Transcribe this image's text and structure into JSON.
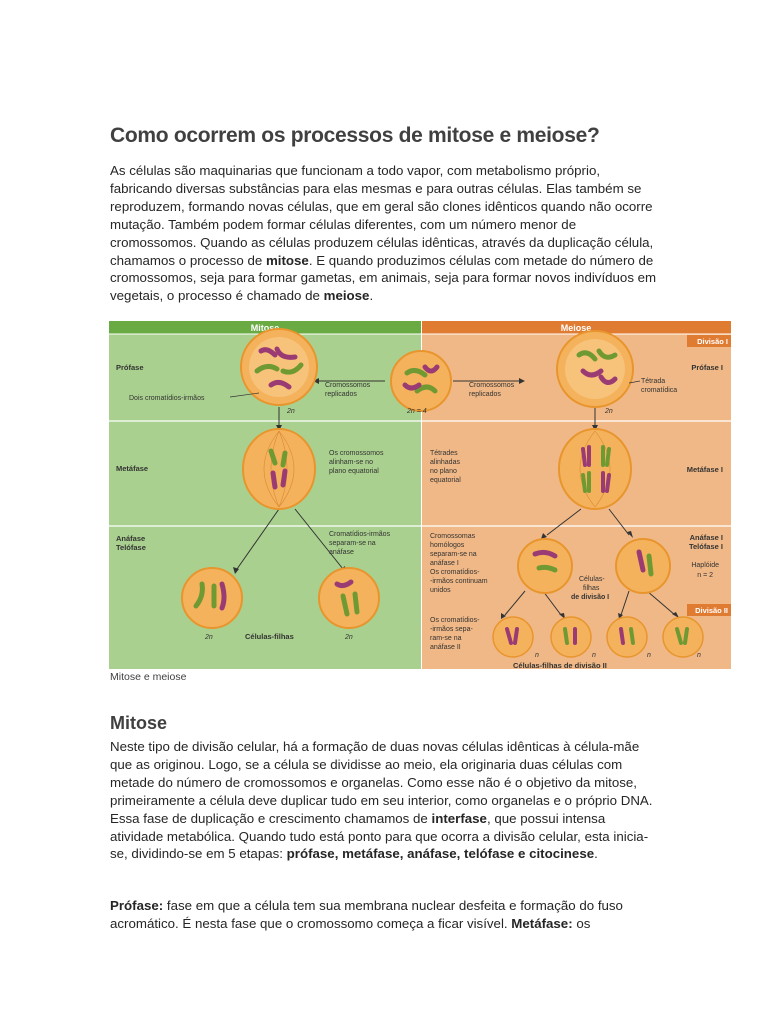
{
  "article": {
    "title": "Como ocorrem os processos de mitose e meiose?",
    "intro": [
      {
        "t": "As células são maquinarias que funcionam a todo vapor, com metabolismo próprio, fabricando diversas substâncias para elas mesmas e para outras células. Elas também se reproduzem, formando novas células, que em geral são clones idênticos quando não ocorre mutação. Também podem formar células diferentes, com um número menor de cromossomos. Quando as células produzem células idênticas, através da duplicação célula, chamamos o processo de ",
        "b": false
      },
      {
        "t": "mitose",
        "b": true
      },
      {
        "t": ". E quando produzimos células com metade do número de cromossomos, seja para formar gametas, em animais, seja para formar novos indivíduos em vegetais, o processo é chamado de ",
        "b": false
      },
      {
        "t": "meiose",
        "b": true
      },
      {
        "t": ".",
        "b": false
      }
    ],
    "caption": "Mitose e meiose",
    "section_title": "Mitose",
    "mitose_text": [
      {
        "t": "Neste tipo de divisão celular, há a formação de duas novas células idênticas à célula-mãe que as originou. Logo, se a célula se dividisse ao meio, ela originaria duas células com metade do número de cromossomos e organelas. Como esse não é o objetivo da mitose, primeiramente a célula deve duplicar tudo em seu interior, como organelas e o próprio DNA. Essa fase de duplicação e crescimento chamamos de ",
        "b": false
      },
      {
        "t": "interfase",
        "b": true
      },
      {
        "t": ", que possui intensa atividade metabólica. Quando tudo está ponto para que ocorra a divisão celular, esta inicia-se, dividindo-se em 5 etapas: ",
        "b": false
      },
      {
        "t": "prófase, metáfase, anáfase, telófase e citocinese",
        "b": true
      },
      {
        "t": ".",
        "b": false
      }
    ],
    "profase_text": [
      {
        "t": "Prófase:",
        "b": true
      },
      {
        "t": " fase em que a célula tem sua membrana nuclear desfeita e formação do fuso acromático. É nesta fase que o cromossomo começa a ficar visível. ",
        "b": false
      },
      {
        "t": "Metáfase:",
        "b": true
      },
      {
        "t": " os",
        "b": false
      }
    ]
  },
  "figure": {
    "header_mitose": "Mitose",
    "header_meiose": "Meiose",
    "divisao_1": "Divisão I",
    "divisao_2": "Divisão II",
    "row_profase": "Prófase",
    "row_metafase": "Metáfase",
    "row_anafase": "Anáfase",
    "row_telofase": "Telófase",
    "row_profase_1": "Prófase I",
    "row_metafase_1": "Metáfase I",
    "row_anafase_1": "Anáfase I",
    "row_telofase_1": "Telófase I",
    "haploide": "Haplóide",
    "haploide_n": "n = 2",
    "dois_cromatides": "Dois cromatídios-irmãos",
    "cromossomos_replicados_1": "Cromossomos",
    "cromossomos_replicados_2": "replicados",
    "tetrada_1": "Tétrada",
    "tetrada_2": "cromatídica",
    "label_2n": "2n",
    "label_2n4": "2n = 4",
    "label_n": "n",
    "alinham_1": "Os cromossomos",
    "alinham_2": "alinham-se no",
    "alinham_3": "plano equatorial",
    "tetrades_1": "Tétrades",
    "tetrades_2": "alinhadas",
    "tetrades_3": "no plano",
    "tetrades_4": "equatorial",
    "separam_1": "Cromatídios-irmãos",
    "separam_2": "separam-se na",
    "separam_3": "anáfase",
    "homologos_1": "Cromossomas",
    "homologos_2": "homólogos",
    "homologos_3": "separam-se na",
    "homologos_4": "anáfase I",
    "homologos_5": "Os cromatídios-",
    "homologos_6": "-irmãos continuam",
    "homologos_7": "unidos",
    "filhas1_1": "Células-",
    "filhas1_2": "filhas",
    "filhas1_3": "de divisão I",
    "separam2_1": "Os cromatídios-",
    "separam2_2": "-irmãos sepa-",
    "separam2_3": "ram-se na",
    "separam2_4": "anáfase II",
    "celulas_filhas": "Células-filhas",
    "celulas_filhas_2": "Células-filhas de divisão II"
  },
  "colors": {
    "mitose_bg": "#a9d08e",
    "mitose_header": "#6aaa43",
    "meiose_bg": "#f0b886",
    "meiose_header": "#e07b32",
    "cell_fill": "#f5b25c",
    "chrom_purple": "#9b3b73",
    "chrom_green": "#6f9a33"
  }
}
